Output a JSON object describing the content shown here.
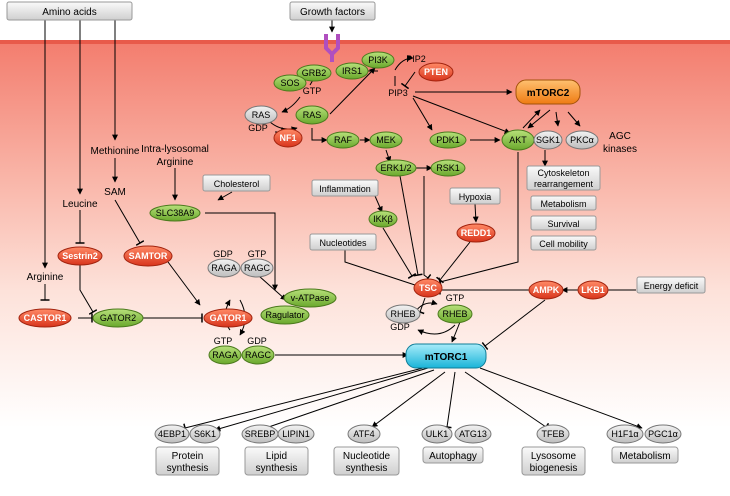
{
  "colors": {
    "green_node": "#8dc63f",
    "red_node": "#e8452c",
    "grey_node": "#d9d9d9",
    "mtorc1": "#29c5e6",
    "mtorc2": "#f7941d",
    "box_fill": "#e6e6e6"
  },
  "icons": {
    "receptor": "receptor-y-icon"
  },
  "top_boxes": {
    "amino_acids": "Amino acids",
    "growth_factors": "Growth factors"
  },
  "labels": {
    "methionine": "Methionine",
    "leucine": "Leucine",
    "sam": "SAM",
    "arginine": "Arginine",
    "intra_lyso": "Intra-lysosomal",
    "intra_lyso2": "Arginine",
    "gtp1": "GTP",
    "gdp1": "GDP",
    "pip2": "PIP2",
    "pip3": "PIP3",
    "agc1": "AGC",
    "agc2": "kinases",
    "gdp_raga": "GDP",
    "gtp_ragc": "GTP",
    "gtp_raga2": "GTP",
    "gdp_ragc2": "GDP",
    "gtp_rheb": "GTP",
    "gdp_rheb": "GDP"
  },
  "nodes": {
    "grb2": "GRB2",
    "sos": "SOS",
    "irs1": "IRS1",
    "pi3k": "PI3K",
    "pten": "PTEN",
    "ras_grey": "RAS",
    "ras_green": "RAS",
    "nf1": "NF1",
    "raf": "RAF",
    "mek": "MEK",
    "erk": "ERK1/2",
    "rsk1": "RSK1",
    "pdk1": "PDK1",
    "akt": "AKT",
    "sgk1": "SGK1",
    "pkca": "PKCα",
    "mtorc2": "mTORC2",
    "mtorc1": "mTORC1",
    "slc38a9": "SLC38A9",
    "sestrin2": "Sestrin2",
    "samtor": "SAMTOR",
    "castor1": "CASTOR1",
    "gator2": "GATOR2",
    "gator1": "GATOR1",
    "raga1": "RAGA",
    "ragc1": "RAGC",
    "raga2": "RAGA",
    "ragc2": "RAGC",
    "vatpase": "v-ATPase",
    "ragulator": "Ragulator",
    "ikkb": "IKKβ",
    "redd1": "REDD1",
    "tsc": "TSC",
    "rheb_grey": "RHEB",
    "rheb_green": "RHEB",
    "ampk": "AMPK",
    "lkb1": "LKB1",
    "ebp1": "4EBP1",
    "s6k1": "S6K1",
    "srebp": "SREBP",
    "lipin1": "LIPIN1",
    "atf4": "ATF4",
    "ulk1": "ULK1",
    "atg13": "ATG13",
    "tfeb": "TFEB",
    "h1f1a": "H1F1α",
    "pgc1a": "PGC1α"
  },
  "boxes": {
    "cholesterol": "Cholesterol",
    "inflammation": "Inflammation",
    "hypoxia": "Hypoxia",
    "nucleotides": "Nucleotides",
    "energy_deficit": "Energy deficit",
    "cyto1": "Cytoskeleton",
    "cyto2": "rearrangement",
    "metabolism_right": "Metabolism",
    "survival": "Survival",
    "cell_mobility": "Cell mobility"
  },
  "outputs": {
    "protein1": "Protein",
    "protein2": "synthesis",
    "lipid1": "Lipid",
    "lipid2": "synthesis",
    "nucleotide1": "Nucleotide",
    "nucleotide2": "synthesis",
    "autophagy": "Autophagy",
    "lysosome1": "Lysosome",
    "lysosome2": "biogenesis",
    "metabolism": "Metabolism"
  }
}
